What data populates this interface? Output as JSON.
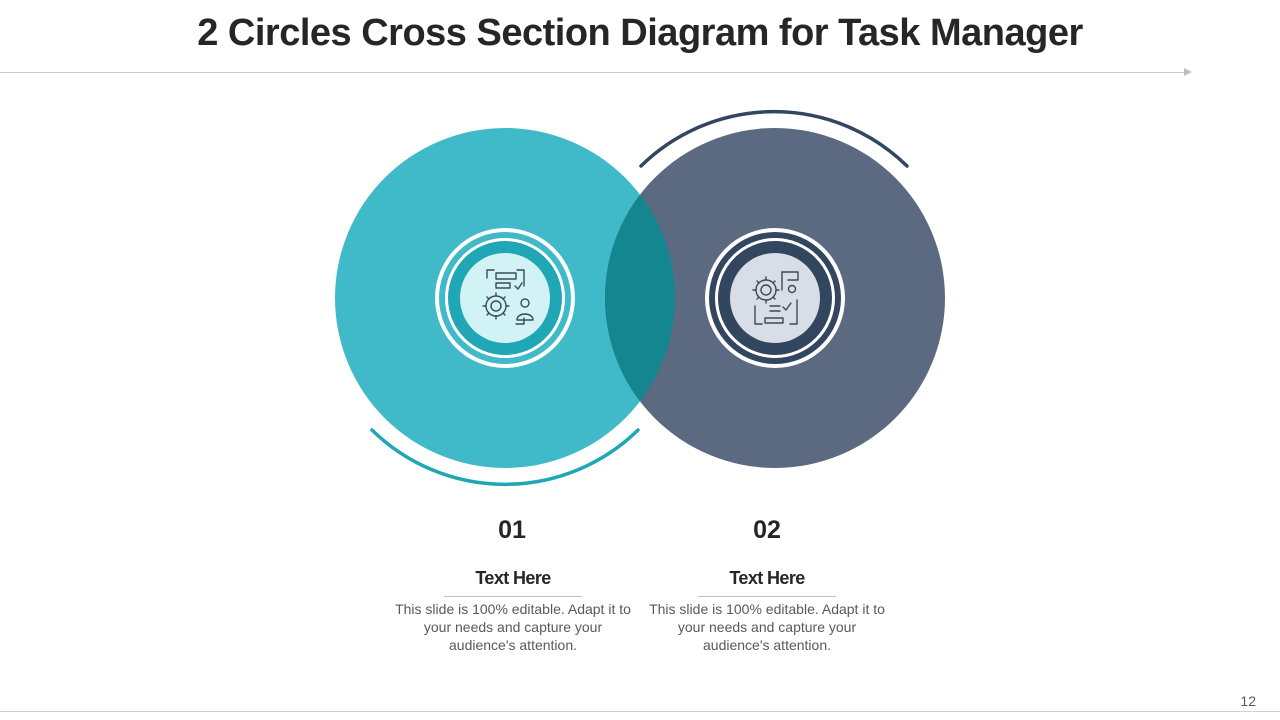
{
  "slide": {
    "title": "2 Circles Cross Section Diagram for Task Manager",
    "page_number": "12"
  },
  "colors": {
    "teal": "#40BAC8",
    "slate": "#5B6A80",
    "overlap": "#138690",
    "navy": "#33465F",
    "teal_ring": "#1FA7B5",
    "icon_bg_left": "#D2F3F5",
    "icon_bg_right": "#D9DEE6"
  },
  "items": [
    {
      "number": "01",
      "heading": "Text Here",
      "description": "This slide is 100% editable. Adapt it to your needs and capture your audience's attention.",
      "icon": "task-settings-icon"
    },
    {
      "number": "02",
      "heading": "Text Here",
      "description": "This slide is 100% editable. Adapt it to your needs and capture your audience's attention.",
      "icon": "task-checklist-icon"
    }
  ]
}
